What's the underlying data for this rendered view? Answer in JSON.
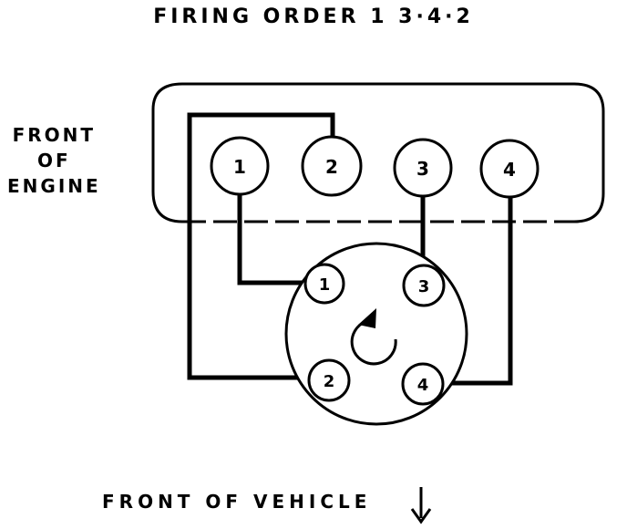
{
  "title": "FIRING ORDER 1 3·4·2",
  "front_of_engine": [
    "FRONT",
    "OF",
    "ENGINE"
  ],
  "front_of_vehicle": "FRONT OF VEHICLE",
  "arrow_icon": "down-arrow-icon",
  "cylinders": [
    "1",
    "2",
    "3",
    "4"
  ],
  "distributor_terminals": [
    "1",
    "3",
    "2",
    "4"
  ],
  "line_color": "#000000",
  "background_color": "#ffffff"
}
